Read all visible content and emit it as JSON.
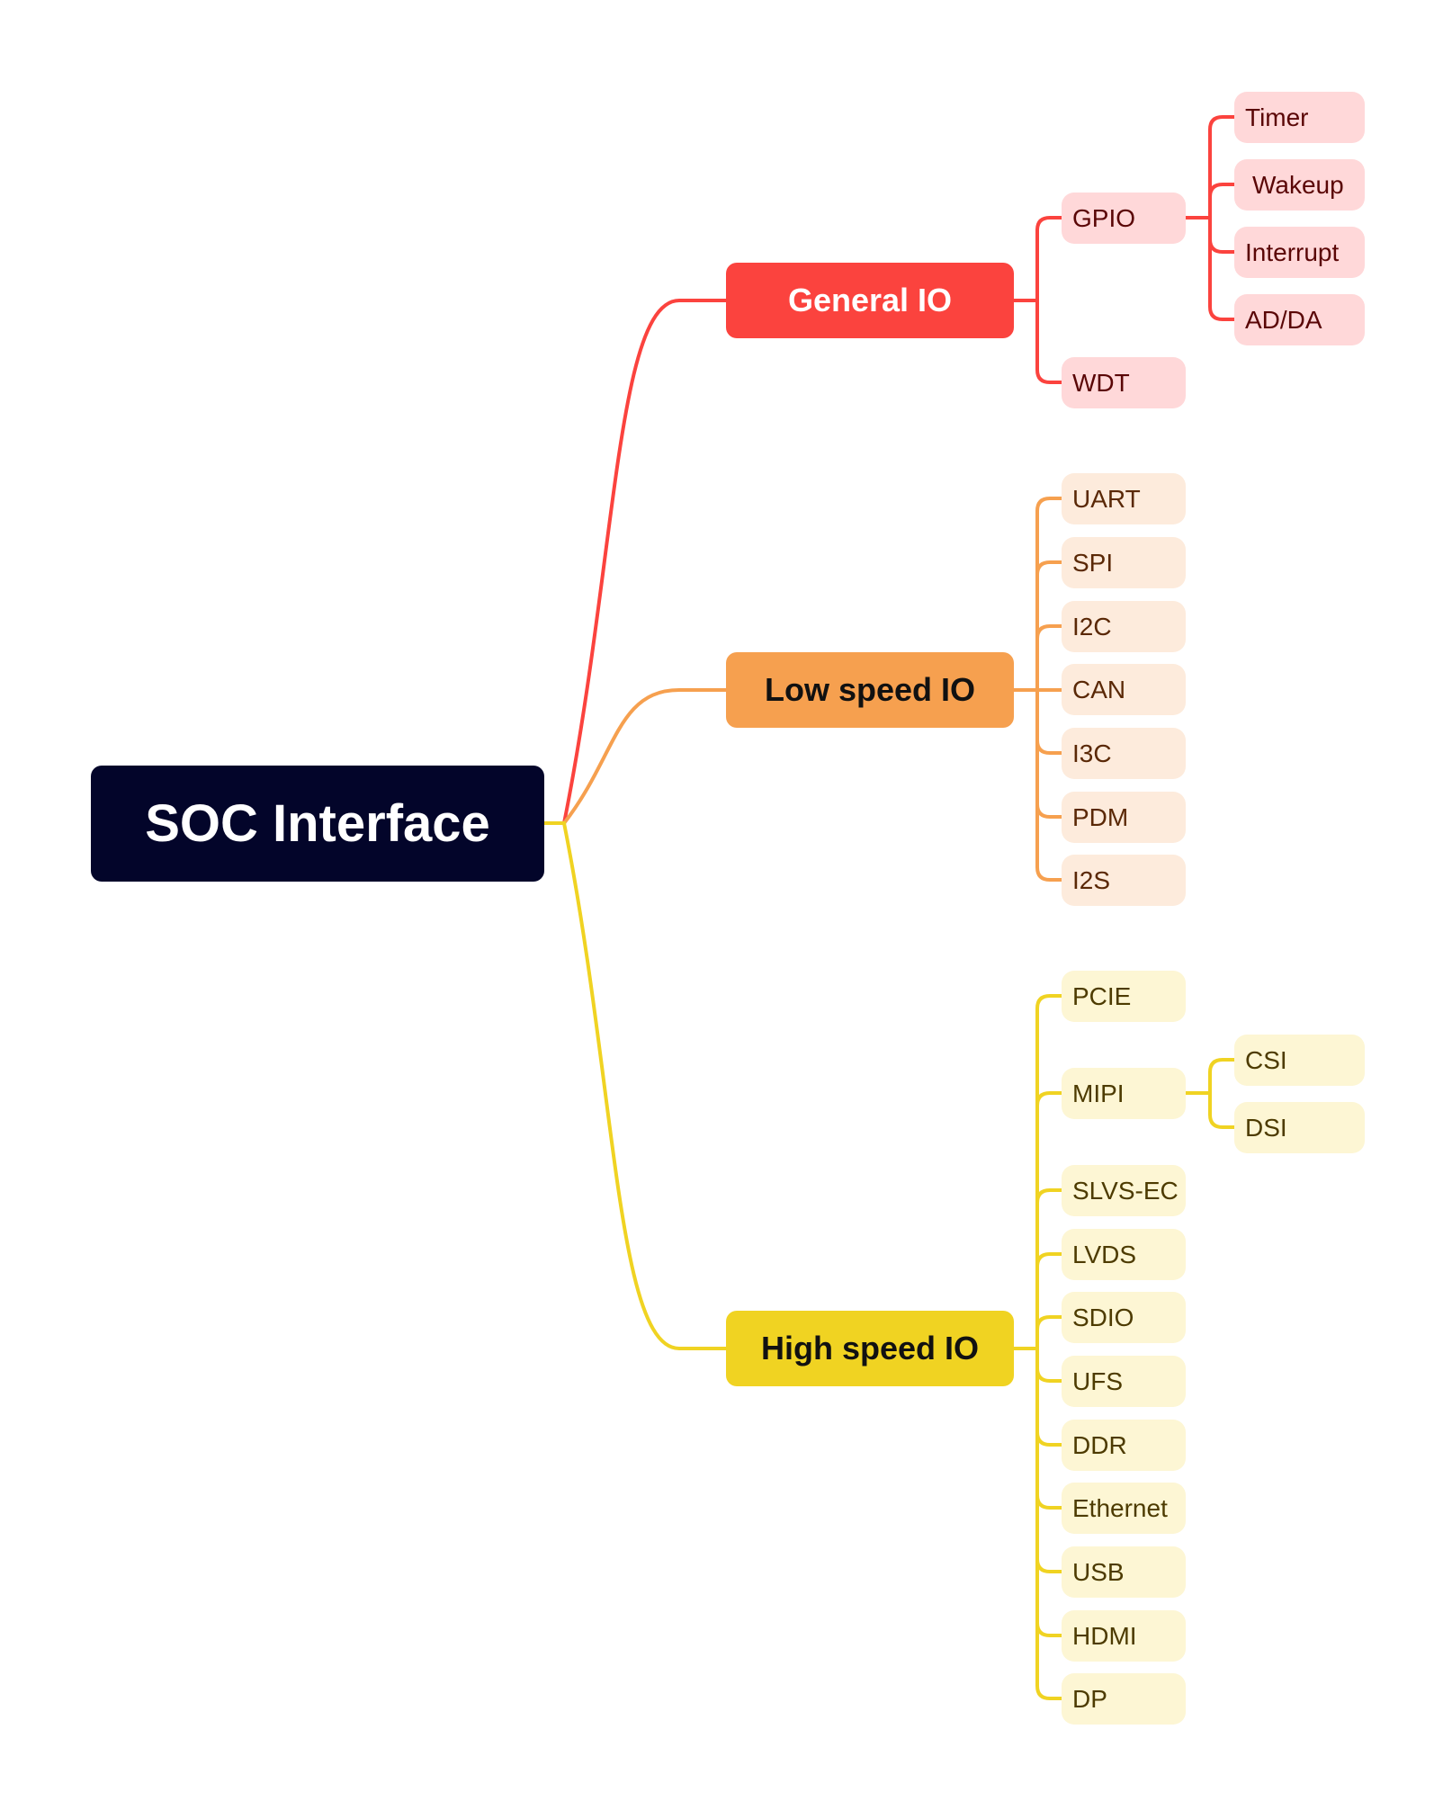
{
  "root": {
    "label": "SOC Interface"
  },
  "branches": [
    {
      "label": "General IO",
      "color": "#fb433e",
      "items": [
        {
          "label": "GPIO",
          "children": [
            "Timer",
            "Wakeup",
            "Interrupt",
            "AD/DA"
          ]
        },
        {
          "label": "WDT"
        }
      ]
    },
    {
      "label": "Low speed IO",
      "color": "#f6a04f",
      "items": [
        {
          "label": "UART"
        },
        {
          "label": "SPI"
        },
        {
          "label": "I2C"
        },
        {
          "label": "CAN"
        },
        {
          "label": "I3C"
        },
        {
          "label": "PDM"
        },
        {
          "label": "I2S"
        }
      ]
    },
    {
      "label": "High speed IO",
      "color": "#f0d322",
      "items": [
        {
          "label": "PCIE"
        },
        {
          "label": "MIPI",
          "children": [
            "CSI",
            "DSI"
          ]
        },
        {
          "label": "SLVS-EC"
        },
        {
          "label": "LVDS"
        },
        {
          "label": "SDIO"
        },
        {
          "label": "UFS"
        },
        {
          "label": "DDR"
        },
        {
          "label": "Ethernet"
        },
        {
          "label": "USB"
        },
        {
          "label": "HDMI"
        },
        {
          "label": "DP"
        }
      ]
    }
  ]
}
